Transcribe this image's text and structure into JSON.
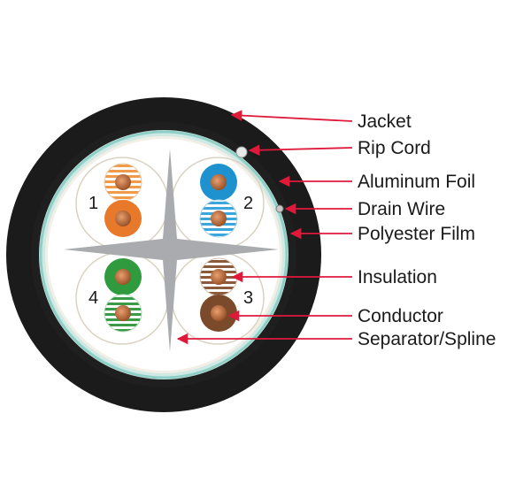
{
  "callouts": {
    "jacket": "Jacket",
    "rip_cord": "Rip Cord",
    "aluminum_foil": "Aluminum Foil",
    "drain_wire": "Drain Wire",
    "polyester_film": "Polyester Film",
    "insulation": "Insulation",
    "conductor": "Conductor",
    "separator": "Separator/Spline"
  },
  "pairs": {
    "pair_1": "1",
    "pair_2": "2",
    "pair_3": "3",
    "pair_4": "4"
  },
  "colors": {
    "jacket": "#1b1b1b",
    "foil": "#9fd6cf",
    "film": "#f3efe6",
    "spline": "#a9abae",
    "arrow": "#e0193a",
    "copper": "#b86a3a",
    "orange": "#e8782a",
    "blue": "#1d92cf",
    "green": "#2f9a3e",
    "brown": "#7a4a2a"
  }
}
